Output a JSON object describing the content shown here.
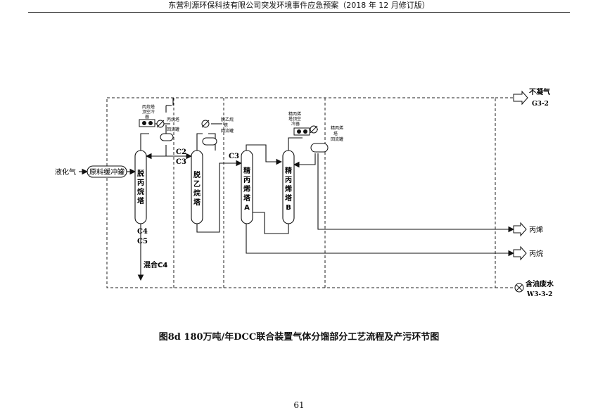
{
  "header": "东营利源环保科技有限公司突发环境事件应急预案（2018 年 12 月修订版）",
  "caption": "图8d 180万吨/年DCC联合装置气体分馏部分工艺流程及产污环节图",
  "page_number": "61",
  "diagram": {
    "feed": "液化气",
    "buffer_tank": "原料缓冲罐",
    "towers": {
      "t1": [
        "脱",
        "丙",
        "烷",
        "塔"
      ],
      "t2": [
        "脱",
        "乙",
        "烷",
        "塔"
      ],
      "t3": [
        "精",
        "丙",
        "烯",
        "塔",
        "A"
      ],
      "t4": [
        "精",
        "丙",
        "烯",
        "塔",
        "B"
      ]
    },
    "small_labels": {
      "cooler1": [
        "丙烷塔",
        "顶空冷",
        "器"
      ],
      "reflux1": [
        "丙烷塔",
        "回流罐"
      ],
      "reflux2": [
        "脱乙烷",
        "塔",
        "回流罐"
      ],
      "cooler2": [
        "精丙烯",
        "塔顶空",
        "冷器"
      ],
      "reflux3": [
        "精丙烯",
        "塔",
        "回流罐"
      ]
    },
    "stream_labels": {
      "c2": "C2",
      "c3a": "C3",
      "c3b": "C3",
      "c4": "C4",
      "c5": "C5"
    },
    "outputs": {
      "gas_name": "不凝气",
      "gas_code": "G3-2",
      "propylene": "丙烯",
      "propane": "丙烷",
      "mixed_c4": "混合C4",
      "water_name": "含油废水",
      "water_code": "W3-3-2"
    }
  }
}
